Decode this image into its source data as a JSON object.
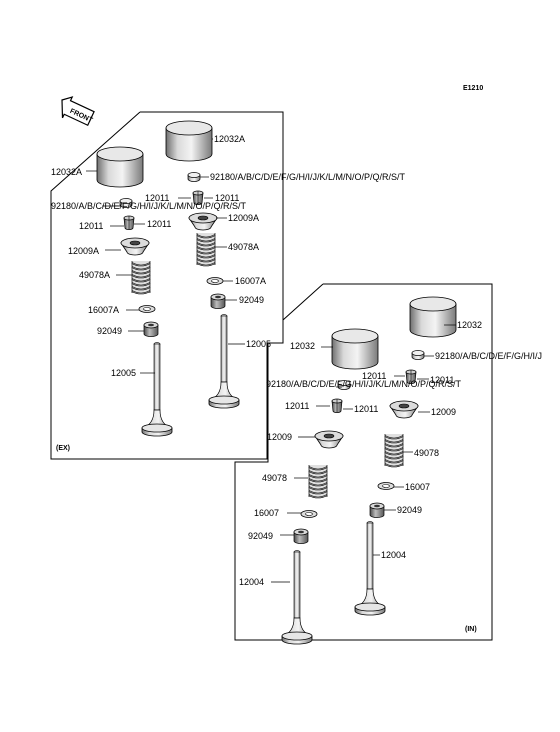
{
  "diagram_code": "E1210",
  "front_label": "FRONT",
  "sections": {
    "exhaust": {
      "tag": "(EX)",
      "labels": {
        "tappet_upper": "12032A",
        "tappet_left": "12032A",
        "shim_upper": "92180/A/B/C/D/E/F/G/H/I/J/K/L/M/N/O/P/Q/R/S/T",
        "shim_left": "92180/A/B/C/D/E/F/G/H/I/J/K/L/M/N/O/P/Q/R/S/T",
        "cotter_a": "12011",
        "cotter_b": "12011",
        "cotter_c": "12011",
        "cotter_d": "12011",
        "retainer_right": "12009A",
        "retainer_left": "12009A",
        "spring_right": "49078A",
        "spring_left": "49078A",
        "seat_right": "16007A",
        "seat_left": "16007A",
        "seal_right": "92049",
        "seal_left": "92049",
        "valve_right": "12005",
        "valve_left": "12005"
      }
    },
    "intake": {
      "tag": "(IN)",
      "labels": {
        "tappet_upper": "12032",
        "tappet_left": "12032",
        "shim_upper": "92180/A/B/C/D/E/F/G/H/I/J",
        "shim_left": "92180/A/B/C/D/E/F/G/H/I/J/K/L/M/N/O/P/Q/R/S/T",
        "cotter_a": "12011",
        "cotter_b": "12011",
        "cotter_c": "12011",
        "cotter_d": "12011",
        "retainer_right": "12009",
        "retainer_left": "12009",
        "spring_right": "49078",
        "spring_left": "49078",
        "seat_right": "16007",
        "seat_left": "16007",
        "seal_right": "92049",
        "seal_left": "92049",
        "valve_right": "12004",
        "valve_left": "12004"
      }
    }
  }
}
